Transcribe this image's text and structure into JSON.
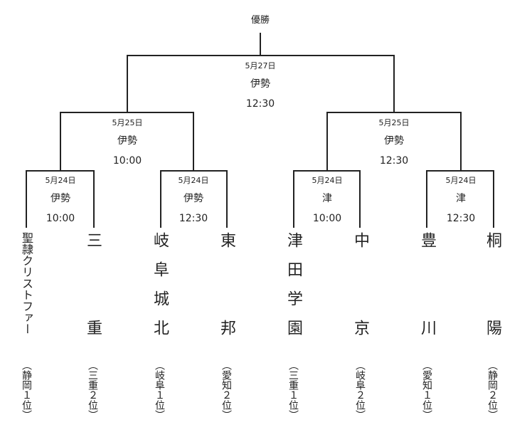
{
  "final": {
    "label": "優勝",
    "date": "5月27日",
    "venue": "伊勢",
    "time": "12:30"
  },
  "semifinals": [
    {
      "date": "5月25日",
      "venue": "伊勢",
      "time": "10:00"
    },
    {
      "date": "5月25日",
      "venue": "伊勢",
      "time": "12:30"
    }
  ],
  "first_round": [
    {
      "date": "5月24日",
      "venue": "伊勢",
      "time": "10:00"
    },
    {
      "date": "5月24日",
      "venue": "伊勢",
      "time": "12:30"
    },
    {
      "date": "5月24日",
      "venue": "津",
      "time": "10:00"
    },
    {
      "date": "5月24日",
      "venue": "津",
      "time": "12:30"
    }
  ],
  "teams": [
    {
      "name": "聖隷クリストファー",
      "pref": "（静岡１位）"
    },
    {
      "name": "三　　重",
      "pref": "（三重２位）"
    },
    {
      "name": "岐阜城北",
      "pref": "（岐阜１位）"
    },
    {
      "name": "東　　邦",
      "pref": "（愛知２位）"
    },
    {
      "name": "津田学園",
      "pref": "（三重１位）"
    },
    {
      "name": "中　　京",
      "pref": "（岐阜２位）"
    },
    {
      "name": "豊　　川",
      "pref": "（愛知１位）"
    },
    {
      "name": "桐　　陽",
      "pref": "（静岡２位）"
    }
  ]
}
